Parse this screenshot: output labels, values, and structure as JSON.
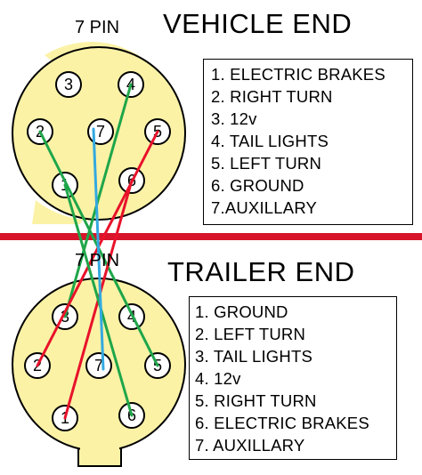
{
  "vehicle": {
    "pin_label": "7 PIN",
    "heading": "VEHICLE END",
    "legend": [
      "1. ELECTRIC BRAKES",
      "2. RIGHT TURN",
      "3. 12v",
      "4. TAIL LIGHTS",
      "5. LEFT TURN",
      "6. GROUND",
      "7.AUXILLARY"
    ],
    "pins": [
      "3",
      "4",
      "2",
      "7",
      "5",
      "1",
      "6"
    ]
  },
  "trailer": {
    "pin_label": "7 PIN",
    "heading": "TRAILER END",
    "legend": [
      "1. GROUND",
      "2. LEFT TURN",
      "3. TAIL LIGHTS",
      "4. 12v",
      "5. RIGHT TURN",
      "6. ELECTRIC BRAKES",
      "7. AUXILLARY"
    ],
    "pins": [
      "3",
      "4",
      "2",
      "7",
      "5",
      "1",
      "6"
    ]
  },
  "colors": {
    "connector_fill": "#fbf2a6",
    "divider": "#d8142a",
    "wire_red": "#e8122a",
    "wire_green": "#1fa64a",
    "wire_blue": "#33a9e0"
  }
}
